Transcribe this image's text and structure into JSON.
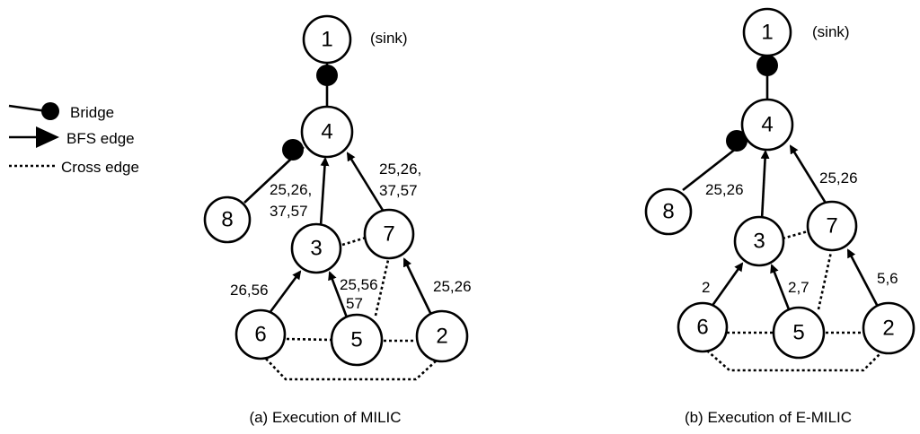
{
  "legend": {
    "bridge": "Bridge",
    "bfs": "BFS edge",
    "cross": "Cross edge"
  },
  "panels": [
    {
      "caption": "(a)  Execution of MILIC",
      "sink_label": "(sink)",
      "nodes": [
        "1",
        "4",
        "8",
        "3",
        "7",
        "6",
        "5",
        "2"
      ],
      "edge_labels": {
        "e34": [
          "25,26,",
          "37,57"
        ],
        "e74": [
          "25,26,",
          "37,57"
        ],
        "e63": [
          "26,56"
        ],
        "e53": [
          "25,56",
          "57"
        ],
        "e27": [
          "25,26"
        ]
      }
    },
    {
      "caption": "(b) Execution of E-MILIC",
      "sink_label": "(sink)",
      "nodes": [
        "1",
        "4",
        "8",
        "3",
        "7",
        "6",
        "5",
        "2"
      ],
      "edge_labels": {
        "e34": [
          "25,26"
        ],
        "e74": [
          "25,26"
        ],
        "e63": [
          "2"
        ],
        "e53": [
          "2,7"
        ],
        "e27": [
          "5,6"
        ]
      }
    }
  ]
}
